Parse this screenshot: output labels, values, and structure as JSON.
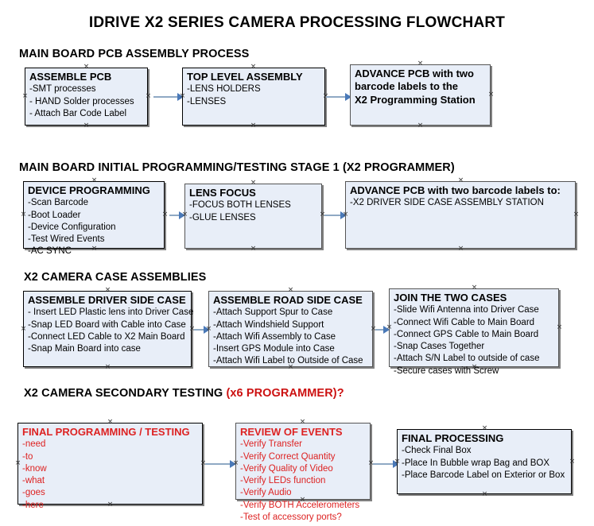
{
  "title": "IDRIVE X2  SERIES CAMERA PROCESSING FLOWCHART",
  "accent_color": "#dd2222",
  "box_fill": "#e8eef8",
  "connector_color": "#8fa9c4",
  "sections": [
    {
      "id": "main-board-pcb-assembly",
      "heading": "MAIN BOARD PCB ASSEMBLY PROCESS",
      "heading_accent": "",
      "boxes": [
        {
          "id": "assemble-pcb",
          "title": "ASSEMBLE PCB",
          "lines": [
            "-SMT processes",
            "- HAND Solder processes",
            "- Attach Bar Code Label"
          ]
        },
        {
          "id": "top-level-assembly",
          "title": "TOP LEVEL ASSEMBLY",
          "lines": [
            "-LENS HOLDERS",
            "-LENSES"
          ]
        },
        {
          "id": "advance-pcb-programming-station",
          "title": "ADVANCE PCB with two",
          "lines": [
            "barcode labels to the",
            " X2 Programming Station"
          ]
        }
      ]
    },
    {
      "id": "main-board-initial-programming",
      "heading": "MAIN BOARD INITIAL PROGRAMMING/TESTING STAGE 1 (X2 PROGRAMMER)",
      "heading_accent": "",
      "boxes": [
        {
          "id": "device-programming",
          "title": "DEVICE PROGRAMMING",
          "lines": [
            "-Scan Barcode",
            "-Boot Loader",
            "-Device Configuration",
            "-Test Wired Events",
            "-AC SYNC"
          ]
        },
        {
          "id": "lens-focus",
          "title": "LENS FOCUS",
          "lines": [
            "-FOCUS BOTH LENSES",
            "-GLUE LENSES"
          ]
        },
        {
          "id": "advance-pcb-driver-side-case",
          "title": "ADVANCE PCB with two barcode labels to:",
          "lines": [
            "-X2 DRIVER  SIDE  CASE  ASSEMBLY STATION"
          ]
        }
      ]
    },
    {
      "id": "x2-camera-case-assemblies",
      "heading": "X2 CAMERA CASE ASSEMBLIES",
      "heading_accent": "",
      "boxes": [
        {
          "id": "assemble-driver-side-case",
          "title": "ASSEMBLE DRIVER SIDE CASE",
          "lines": [
            "- Insert LED Plastic lens into Driver Case",
            "-Snap LED Board with Cable into Case",
            "-Connect LED Cable to X2 Main Board",
            "-Snap Main Board into case"
          ]
        },
        {
          "id": "assemble-road-side-case",
          "title": "ASSEMBLE ROAD SIDE CASE",
          "lines": [
            "-Attach Support Spur to Case",
            "-Attach Windshield Support",
            "-Attach Wifi Assembly to Case",
            "-Insert GPS Module into Case",
            "-Attach Wifi Label to Outside of Case"
          ]
        },
        {
          "id": "join-the-two-cases",
          "title": "JOIN THE TWO CASES",
          "lines": [
            "-Slide Wifi Antenna into Driver Case",
            "-Connect Wifi Cable to Main Board",
            "-Connect GPS Cable to Main Board",
            "-Snap Cases Together",
            "-Attach S/N Label to outside of case",
            "-Secure cases with Screw"
          ]
        }
      ]
    },
    {
      "id": "x2-camera-secondary-testing",
      "heading": "X2 CAMERA SECONDARY TESTING ",
      "heading_accent": "(x6 PROGRAMMER)?",
      "boxes": [
        {
          "id": "final-programming-testing",
          "title": "FINAL PROGRAMMING / TESTING",
          "lines": [
            "-need",
            "-to",
            "-know",
            "-what",
            "-goes",
            "-here"
          ]
        },
        {
          "id": "review-of-events",
          "title": "REVIEW OF EVENTS",
          "lines": [
            "-Verify Transfer",
            "-Verify Correct Quantity",
            "-Verify Quality of Video",
            "-Verify LEDs function",
            "-Verify Audio",
            "-Verify BOTH Accelerometers",
            "-Test of accessory ports?"
          ]
        },
        {
          "id": "final-processing",
          "title": "FINAL PROCESSING",
          "lines": [
            " -Check Final Box",
            "-Place In Bubble wrap Bag and BOX",
            "-Place Barcode Label on Exterior or Box"
          ]
        }
      ]
    }
  ]
}
